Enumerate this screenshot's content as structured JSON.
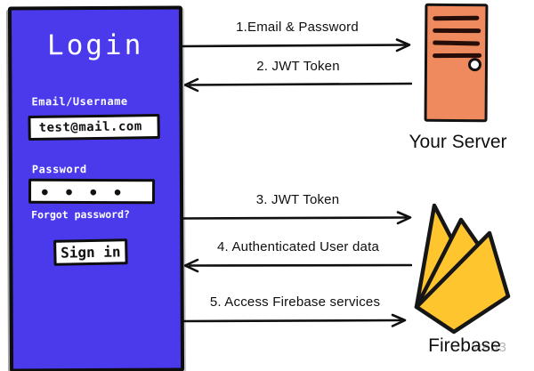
{
  "login": {
    "title": "Login",
    "email_label": "Email/Username",
    "email_value": "test@mail.com",
    "password_label": "Password",
    "password_mask": "● ● ● ●",
    "forgot_link": "Forgot password?",
    "signin_button": "Sign in",
    "panel_color": "#4A3AEB"
  },
  "server": {
    "label": "Your Server",
    "color": "#EF8A5E"
  },
  "firebase": {
    "label": "Firebase",
    "watermark": "web3",
    "color": "#FFC52E"
  },
  "arrows": [
    {
      "step": 1,
      "label": "1.Email & Password",
      "direction": "right",
      "from": "login",
      "to": "server"
    },
    {
      "step": 2,
      "label": "2. JWT Token",
      "direction": "left",
      "from": "server",
      "to": "login"
    },
    {
      "step": 3,
      "label": "3. JWT Token",
      "direction": "right",
      "from": "login",
      "to": "firebase"
    },
    {
      "step": 4,
      "label": "4. Authenticated User data",
      "direction": "left",
      "from": "firebase",
      "to": "login"
    },
    {
      "step": 5,
      "label": "5. Access Firebase services",
      "direction": "right",
      "from": "login",
      "to": "firebase"
    }
  ]
}
